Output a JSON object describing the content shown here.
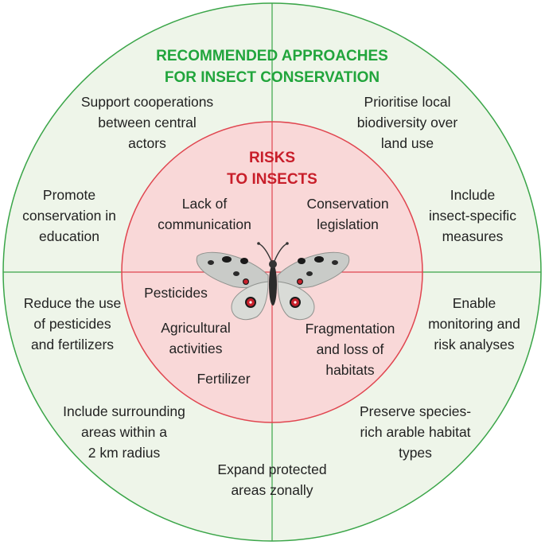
{
  "colors": {
    "outer_fill": "#eef5e9",
    "outer_stroke": "#3aa548",
    "outer_title": "#21a53c",
    "inner_fill": "#f9d8d8",
    "inner_stroke": "#e0454f",
    "inner_title": "#c81e2a"
  },
  "outer": {
    "title_line1": "RECOMMENDED APPROACHES",
    "title_line2": "FOR INSECT CONSERVATION",
    "approaches": [
      [
        "Support cooperations",
        "between central",
        "actors"
      ],
      [
        "Prioritise local",
        "biodiversity over",
        "land use"
      ],
      [
        "Promote",
        "conservation in",
        "education"
      ],
      [
        "Include",
        "insect-specific",
        "measures"
      ],
      [
        "Reduce the use",
        "of pesticides",
        "and fertilizers"
      ],
      [
        "Enable",
        "monitoring and",
        "risk analyses"
      ],
      [
        "Include surrounding",
        "areas within a",
        "2 km radius"
      ],
      [
        "Preserve species-",
        "rich arable habitat",
        "types"
      ],
      [
        "Expand protected",
        "areas zonally"
      ]
    ]
  },
  "inner": {
    "title_line1": "RISKS",
    "title_line2": "TO INSECTS",
    "risks": [
      [
        "Lack of",
        "communication"
      ],
      [
        "Conservation",
        "legislation"
      ],
      [
        "Pesticides"
      ],
      [
        "Agricultural",
        "activities"
      ],
      [
        "Fertilizer"
      ],
      [
        "Fragmentation",
        "and loss of",
        "habitats"
      ]
    ]
  },
  "center_image": {
    "icon": "butterfly-icon"
  }
}
